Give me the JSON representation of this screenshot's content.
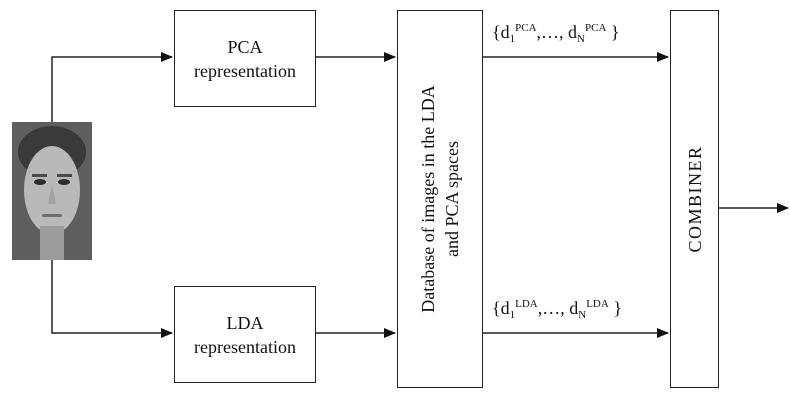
{
  "pca_box": {
    "line1": "PCA",
    "line2": "representation"
  },
  "lda_box": {
    "line1": "LDA",
    "line2": "representation"
  },
  "database_box": {
    "line1": "Database of images in the LDA",
    "line2": "and PCA spaces"
  },
  "combiner_box": {
    "label": "COMBINER"
  },
  "pca_distances": {
    "open": "{d",
    "sub1": "1",
    "sup1": "PCA",
    "middle": ",…, d",
    "subN": "N",
    "supN": "PCA",
    "close": " }"
  },
  "lda_distances": {
    "open": "{d",
    "sub1": "1",
    "sup1": "LDA",
    "middle": ",…, d",
    "subN": "N",
    "supN": "LDA",
    "close": " }"
  },
  "input_image": {
    "subject": "face-photo",
    "colors": {
      "background": "#5e5e5e",
      "skin": "#b9b9b9",
      "hair": "#3a3a3a"
    }
  },
  "colors": {
    "stroke": "#222222",
    "text": "#111111"
  }
}
